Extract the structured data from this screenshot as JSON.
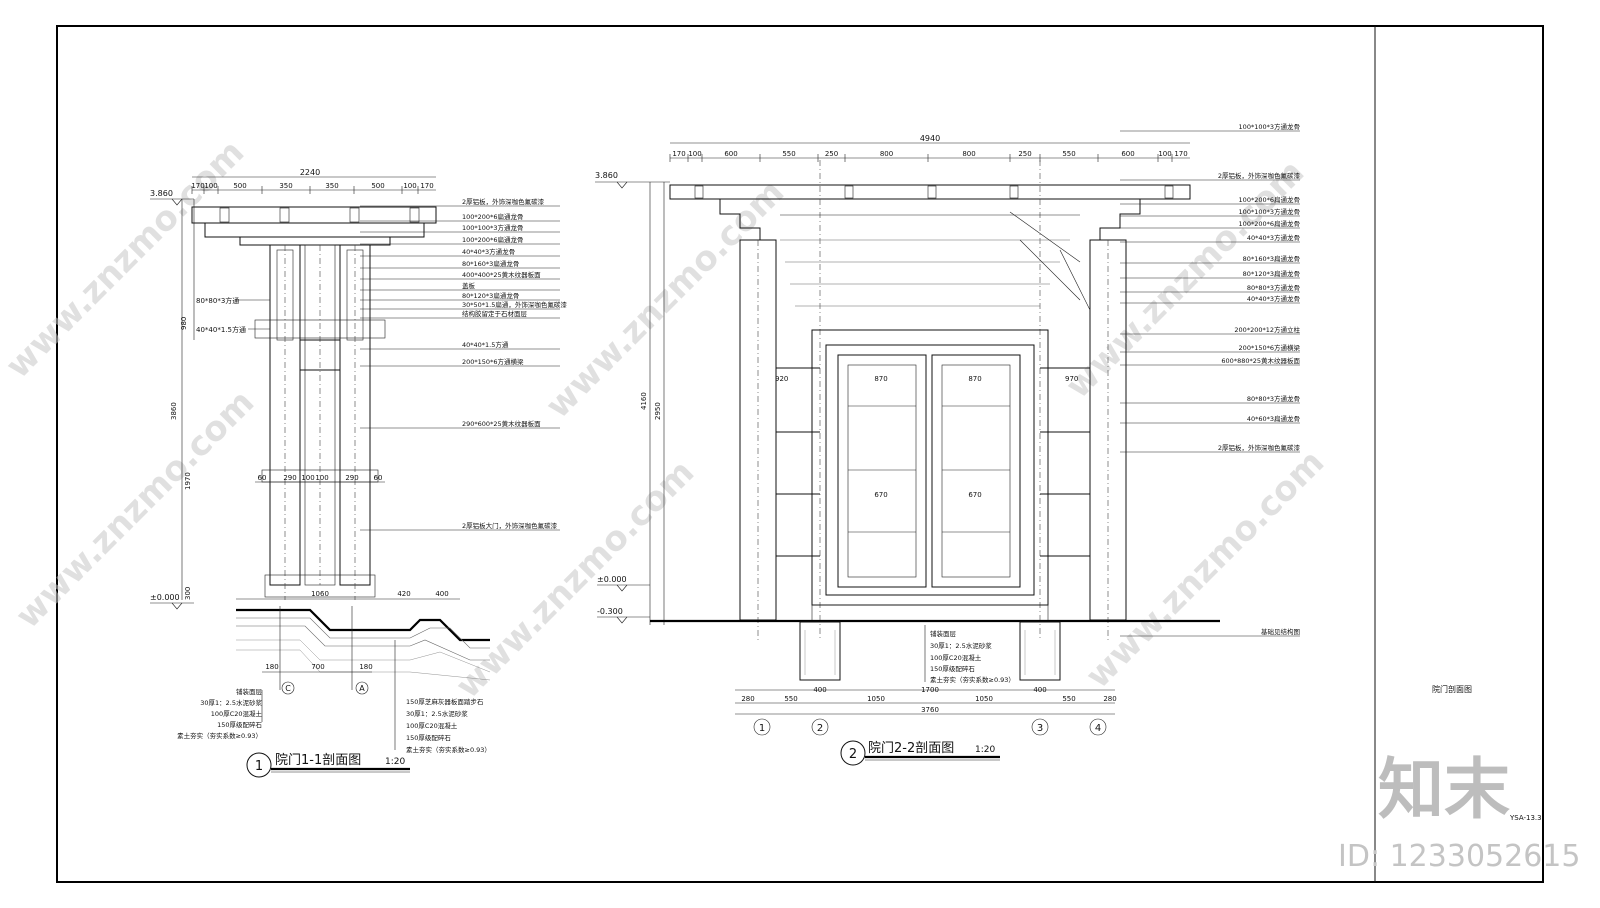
{
  "section1": {
    "title": "院门1-1剖面图",
    "scale": "1:20",
    "number": "1",
    "top_dims": [
      "170",
      "100",
      "500",
      "350",
      "350",
      "500",
      "100",
      "170"
    ],
    "overall_width": "2240",
    "elev_top": "3.860",
    "elev_ground": "±0.000",
    "base_dims": [
      "1060",
      "420",
      "400"
    ],
    "axis_dims": [
      "180",
      "700",
      "180"
    ],
    "axis_labels": [
      "C",
      "A"
    ],
    "callouts": [
      "2厚铝板，外饰深咖色氟碳漆",
      "100*200*6扁通龙骨",
      "100*100*3方通龙骨",
      "100*200*6扁通龙骨",
      "40*40*3方通龙骨",
      "80*160*3扁通龙骨",
      "400*400*25黄木纹器板面",
      "盖板",
      "80*120*3扁通龙骨",
      "30*50*1.5扁通，外饰深咖色氟碳漆",
      "结构胶留定于石材面层",
      "40*40*1.5方通",
      "200*150*6方通横梁",
      "290*600*25黄木纹器板面",
      "2厚铝板大门，外饰深咖色氟碳漆"
    ],
    "left_labels": [
      "80*80*3方通",
      "40*40*1.5方通"
    ],
    "left_dims": [
      "980",
      "3860",
      "1970",
      "300"
    ],
    "mid_dims": [
      "60",
      "290",
      "100",
      "100",
      "290",
      "60"
    ],
    "layers_left": [
      "铺装面层",
      "30厚1：2.5水泥砂浆",
      "100厚C20混凝土",
      "150厚级配碎石",
      "素土夯实（夯实系数≥0.93）"
    ],
    "layers_right": [
      "150厚芝麻灰器板面踏步石",
      "30厚1：2.5水泥砂浆",
      "100厚C20混凝土",
      "150厚级配碎石",
      "素土夯实（夯实系数≥0.93）"
    ]
  },
  "section2": {
    "title": "院门2-2剖面图",
    "scale": "1:20",
    "number": "2",
    "overall_top": "4940",
    "top_dims": [
      "170",
      "100",
      "600",
      "550",
      "250",
      "800",
      "800",
      "250",
      "550",
      "600",
      "100",
      "170"
    ],
    "elev_top": "3.860",
    "elev_ground": "±0.000",
    "elev_low": "-0.300",
    "left_dims": [
      "4160",
      "2950"
    ],
    "panel_dims": [
      "870",
      "870",
      "670",
      "670"
    ],
    "side_dims": [
      "920",
      "970"
    ],
    "callouts": [
      "100*100*3方通龙骨",
      "2厚铝板，外饰深咖色氟碳漆",
      "100*200*6扁通龙骨",
      "100*100*3方通龙骨",
      "100*200*6扁通龙骨",
      "40*40*3方通龙骨",
      "80*160*3扁通龙骨",
      "80*120*3扁通龙骨",
      "80*80*3方通龙骨",
      "40*40*3方通龙骨",
      "200*200*12方通立柱",
      "200*150*6方通横梁",
      "600*880*25黄木纹器板面",
      "80*80*3方通龙骨",
      "40*60*3扁通龙骨",
      "2厚铝板，外饰深咖色氟碳漆",
      "基础见结构图"
    ],
    "layers": [
      "铺装面层",
      "30厚1：2.5水泥砂浆",
      "100厚C20混凝土",
      "150厚级配碎石",
      "素土夯实（夯实系数≥0.93）"
    ],
    "bottom_dims": [
      "280",
      "550",
      "400",
      "1050",
      "1700",
      "1050",
      "400",
      "550",
      "280"
    ],
    "bottom_total": "3760",
    "axis_labels": [
      "1",
      "2",
      "3",
      "4"
    ]
  },
  "title_block": {
    "drawing_name": "院门剖面图",
    "drawing_code": "YSA-13.3"
  },
  "watermark": {
    "site": "www.znzmo.com",
    "brand": "知末",
    "id": "ID: 1233052615"
  }
}
